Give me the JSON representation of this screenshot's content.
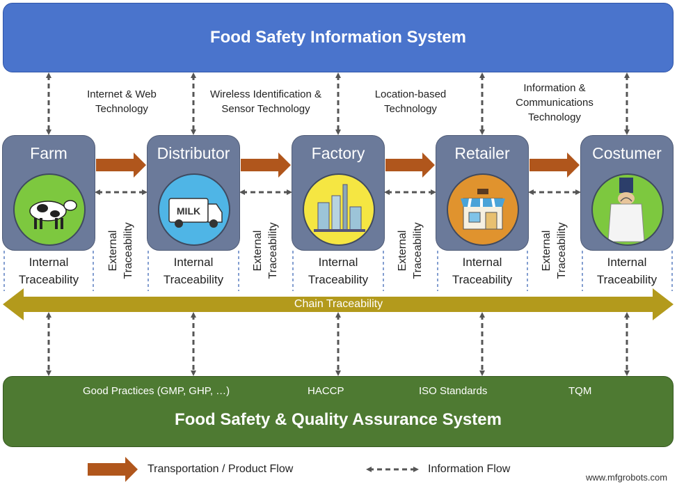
{
  "top_system": "Food Safety Information System",
  "bottom_system": {
    "title": "Food Safety & Quality Assurance System",
    "practices": [
      "Good Practices (GMP, GHP, …)",
      "HACCP",
      "ISO Standards",
      "TQM"
    ]
  },
  "technologies": {
    "t1": {
      "line1": "Internet & Web",
      "line2": "Technology"
    },
    "t2": {
      "line1": "Wireless Identification &",
      "line2": "Sensor Technology"
    },
    "t3": {
      "line1": "Location-based",
      "line2": "Technology"
    },
    "t4": {
      "line1": "Information &",
      "line2": "Communications",
      "line3": "Technology"
    }
  },
  "nodes": [
    {
      "title": "Farm",
      "icon": "cow-icon",
      "color": "#7dc83f"
    },
    {
      "title": "Distributor",
      "icon": "milk-truck-icon",
      "color": "#4fb5e6"
    },
    {
      "title": "Factory",
      "icon": "factory-icon",
      "color": "#f5e642"
    },
    {
      "title": "Retailer",
      "icon": "store-icon",
      "color": "#e0932e"
    },
    {
      "title": "Costumer",
      "icon": "shopping-bag-icon",
      "color": "#7dc83f"
    }
  ],
  "internal": {
    "line1": "Internal",
    "line2": "Traceability"
  },
  "external": {
    "line1": "External",
    "line2": "Traceability"
  },
  "milk_label": "MILK",
  "chain": "Chain Traceability",
  "legend": {
    "transport": "Transportation / Product Flow",
    "info": "Information Flow"
  },
  "watermark": "www.mfgrobots.com",
  "colors": {
    "top": "#4a74cc",
    "bottom": "#4e7a32",
    "node": "#6b7a9a",
    "product_arrow": "#b0561c",
    "chain_arrow": "#b39a1c"
  }
}
